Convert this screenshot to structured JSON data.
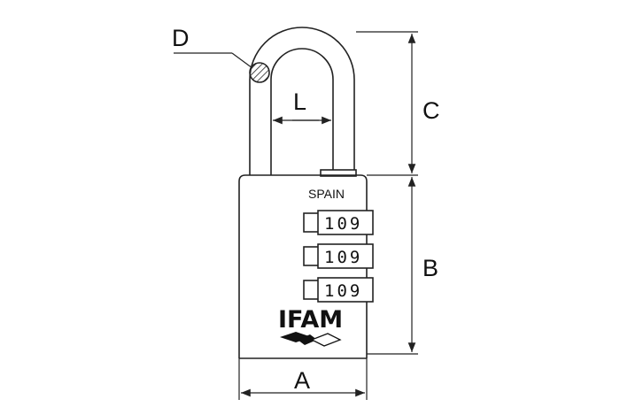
{
  "labels": {
    "A": "A",
    "B": "B",
    "C": "C",
    "D": "D",
    "L": "L"
  },
  "body_text": {
    "origin": "SPAIN",
    "brand": "IFAM"
  },
  "dials": [
    "109",
    "109",
    "109"
  ]
}
